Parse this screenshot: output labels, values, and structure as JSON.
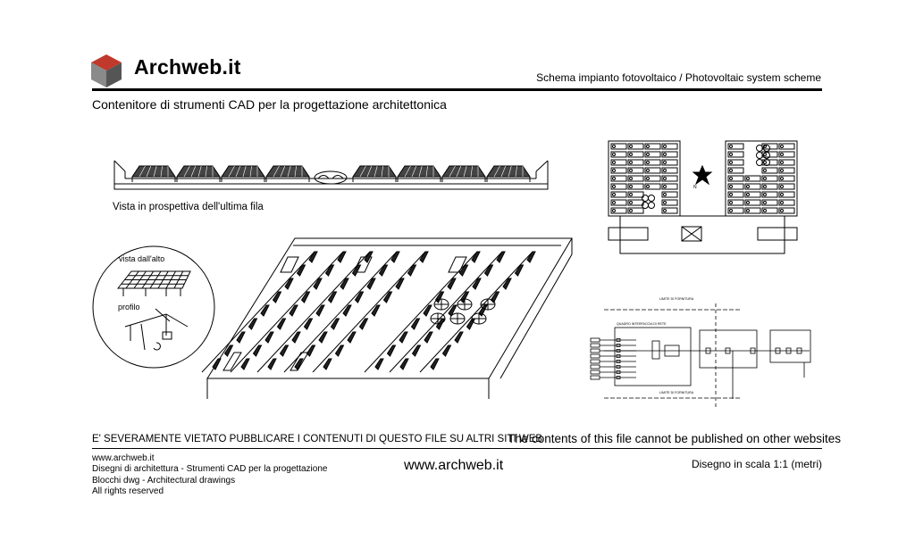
{
  "header": {
    "brand": "Archweb.it",
    "subtitle": "Schema impianto fotovoltaico  /  Photovoltaic system scheme",
    "tagline": "Contenitore di strumenti CAD per la progettazione architettonica"
  },
  "drawing": {
    "caption_perspective": "Vista in prospettiva dell'ultima fila",
    "label_top_view": "vista dall'alto",
    "label_profile": "profilo",
    "compass_north": "N",
    "schematic": {
      "limit_top": "LIMITE DI FORNITURA",
      "limit_bottom": "LIMITE DI FORNITURA",
      "panel_title": "QUADRO INTERFACCIA DI RETE"
    }
  },
  "notice": {
    "italian": "E' SEVERAMENTE VIETATO PUBBLICARE I CONTENUTI DI QUESTO FILE SU ALTRI SITI WEB",
    "english": "The contents of this file cannot be published on other websites"
  },
  "footer": {
    "lines": [
      "www.archweb.it",
      "Disegni di architettura - Strumenti CAD  per la progettazione",
      "Blocchi dwg - Architectural drawings",
      "All rights reserved"
    ],
    "url": "www.archweb.it",
    "scale": "Disegno in scala 1:1 (metri)"
  },
  "colors": {
    "logo_top": "#c0392b",
    "logo_left": "#8a8a8a",
    "logo_right": "#555555",
    "ink": "#000000"
  }
}
